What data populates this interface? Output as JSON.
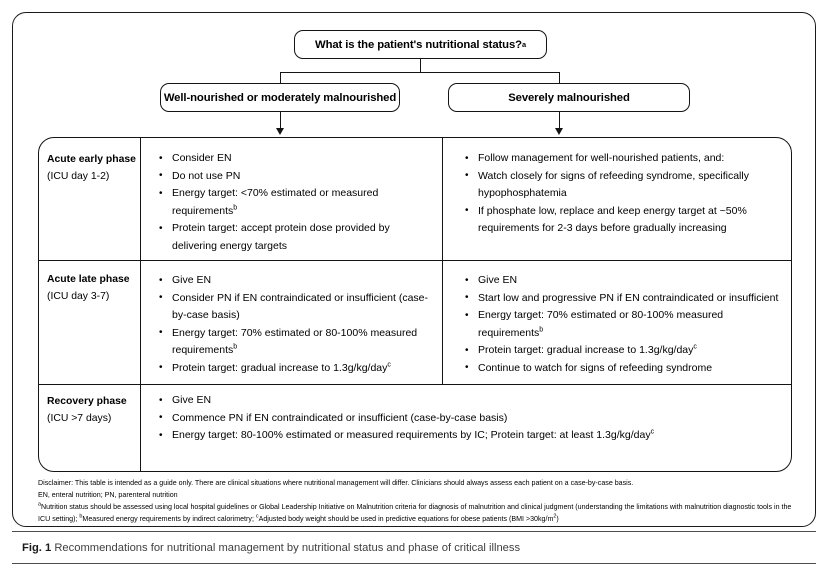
{
  "flowchart": {
    "question_box": {
      "label": "What is the patient's nutritional status?",
      "footnote_marker": "a"
    },
    "branches": [
      {
        "label": "Well-nourished or moderately malnourished"
      },
      {
        "label": "Severely malnourished"
      }
    ]
  },
  "table": {
    "rows": [
      {
        "phase_title": "Acute early phase",
        "phase_subtitle": "(ICU day 1-2)",
        "left_bullets": [
          "Consider EN",
          "Do not use PN",
          "Energy target: <70% estimated or measured requirements",
          "Protein target: accept protein dose provided by delivering energy targets"
        ],
        "left_bullet_markers": [
          "",
          "",
          "b",
          ""
        ],
        "right_bullets": [
          "Follow management for well-nourished patients, and:",
          "Watch closely for signs of refeeding syndrome, specifically hypophosphatemia",
          "If phosphate low, replace and keep energy target at ~50% requirements for 2-3 days before gradually increasing"
        ],
        "right_bullet_markers": [
          "",
          "",
          ""
        ]
      },
      {
        "phase_title": "Acute late phase",
        "phase_subtitle": "(ICU day 3-7)",
        "left_bullets": [
          "Give EN",
          "Consider PN if EN contraindicated or insufficient (case-by-case basis)",
          "Energy target: 70% estimated or 80-100% measured requirements",
          "Protein target: gradual increase to 1.3g/kg/day"
        ],
        "left_bullet_markers": [
          "",
          "",
          "b",
          "c"
        ],
        "right_bullets": [
          "Give EN",
          "Start low and progressive PN if EN contraindicated or insufficient",
          "Energy target: 70% estimated or 80-100% measured requirements",
          "Protein target: gradual increase to 1.3g/kg/day",
          "Continue to watch for signs of refeeding syndrome"
        ],
        "right_bullet_markers": [
          "",
          "",
          "b",
          "c",
          ""
        ]
      },
      {
        "phase_title": "Recovery phase",
        "phase_subtitle": "(ICU >7 days)",
        "full_bullets": [
          "Give EN",
          "Commence PN if EN contraindicated or insufficient (case-by-case basis)",
          "Energy target: 80-100% estimated or measured requirements by IC; Protein target: at least 1.3g/kg/day"
        ],
        "full_bullet_markers": [
          "",
          "",
          "c"
        ]
      }
    ]
  },
  "footnotes": {
    "disclaimer": "Disclaimer: This table is intended as a guide only. There are clinical situations where nutritional management will differ. Clinicians should always assess each patient on a case-by-case basis.",
    "abbreviations": "EN, enteral nutrition; PN, parenteral nutrition",
    "note_a_marker": "a",
    "note_a": "Nutrition status should be assessed using local hospital guidelines or Global Leadership Initiative on Malnutrition criteria for diagnosis of malnutrition and clinical judgment (understanding the limitations with malnutrition diagnostic tools in the ICU setting); ",
    "note_b_marker": "b",
    "note_b": "Measured energy requirements by indirect calorimetry; ",
    "note_c_marker": "c",
    "note_c": "Adjusted body weight should be used in predictive equations for obese patients (BMI >30kg/m",
    "note_c_sup": "2",
    "note_c_end": ")"
  },
  "caption": {
    "figure_label": "Fig. 1",
    "text": "Recommendations for nutritional management by nutritional status and phase of critical illness"
  }
}
